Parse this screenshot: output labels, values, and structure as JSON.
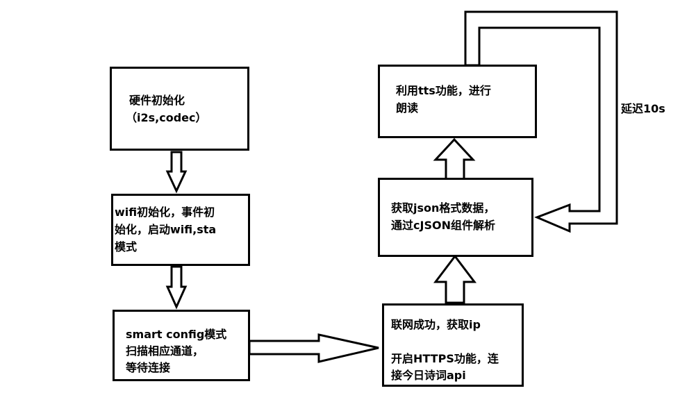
{
  "diagram": {
    "nodes": {
      "hw_init": {
        "line1": "硬件初始化",
        "line2": "（i2s,codec）"
      },
      "wifi_init": {
        "line1": "wifi初始化，事件初",
        "line2": "始化，启动wifi,sta",
        "line3": "模式"
      },
      "smart_config": {
        "line1": "smart config模式",
        "line2": "扫描相应通道，",
        "line3": "等待连接"
      },
      "net_ok": {
        "line1": "联网成功，获取ip",
        "line2": "开启HTTPS功能，连",
        "line3": "接今日诗词api"
      },
      "json_parse": {
        "line1": "获取json格式数据，",
        "line2": "通过cJSON组件解析"
      },
      "tts": {
        "line1": "利用tts功能，进行",
        "line2": "朗读"
      }
    },
    "edges": [
      {
        "from": "hw_init",
        "to": "wifi_init"
      },
      {
        "from": "wifi_init",
        "to": "smart_config"
      },
      {
        "from": "smart_config",
        "to": "net_ok"
      },
      {
        "from": "net_ok",
        "to": "json_parse"
      },
      {
        "from": "json_parse",
        "to": "tts"
      },
      {
        "from": "tts",
        "to": "json_parse",
        "label": "延迟10s"
      }
    ],
    "loop_label": "延迟10s"
  }
}
